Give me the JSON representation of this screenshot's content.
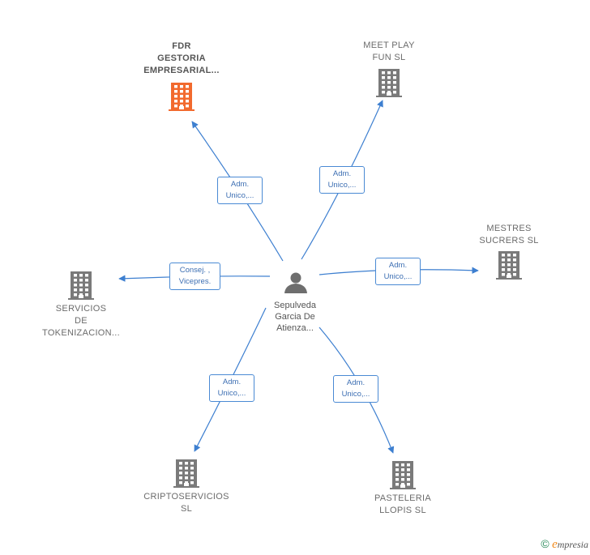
{
  "center": {
    "name": "Sepulveda\nGarcia De\nAtienza..."
  },
  "companies": [
    {
      "id": "fdr",
      "name": "FDR\nGESTORIA\nEMPRESARIAL...",
      "highlight": true,
      "role": "Adm.\nUnico,..."
    },
    {
      "id": "meet",
      "name": "MEET PLAY\nFUN  SL",
      "highlight": false,
      "role": "Adm.\nUnico,..."
    },
    {
      "id": "mestres",
      "name": "MESTRES\nSUCRERS  SL",
      "highlight": false,
      "role": "Adm.\nUnico,..."
    },
    {
      "id": "servicios",
      "name": "SERVICIOS\nDE\nTOKENIZACION...",
      "highlight": false,
      "role": "Consej. ,\nVicepres."
    },
    {
      "id": "cripto",
      "name": "CRIPTOSERVICIOS\nSL",
      "highlight": false,
      "role": "Adm.\nUnico,..."
    },
    {
      "id": "pasteleria",
      "name": "PASTELERIA\nLLOPIS  SL",
      "highlight": false,
      "role": "Adm.\nUnico,..."
    }
  ],
  "colors": {
    "edge": "#3d7fd0",
    "building": "#7a7a7a",
    "building_highlight": "#f26a2e",
    "person": "#6e6e6e"
  },
  "watermark": {
    "copyright": "©",
    "brand_initial": "e",
    "brand_rest": "mpresia"
  }
}
